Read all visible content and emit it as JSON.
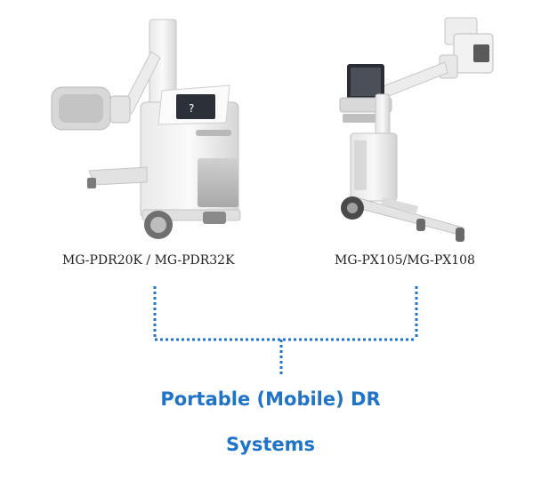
{
  "products": [
    {
      "model": "MG-PDR20K / MG-PDR32K",
      "image": "mobile-dr-cart-with-monitor"
    },
    {
      "model": "MG-PX105/MG-PX108",
      "image": "mobile-xray-unit-with-articulated-arm"
    }
  ],
  "title": {
    "line1": "Portable (Mobile) DR",
    "line2": "Systems"
  },
  "colors": {
    "accent": "#1f73c8",
    "connector": "#1f73c8",
    "label": "#222222"
  }
}
